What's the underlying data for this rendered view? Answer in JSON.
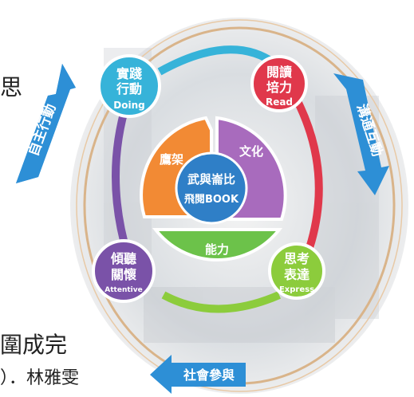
{
  "center": {
    "line1": "武與崙比",
    "line2": "飛閱BOOK"
  },
  "sectors": {
    "orange": {
      "label": "鷹架",
      "color": "#f28a34"
    },
    "purple": {
      "label": "文化",
      "color": "#a86bbd"
    },
    "green": {
      "label": "能力",
      "color": "#6cc24a"
    }
  },
  "nodes": {
    "doing": {
      "line1": "實踐",
      "line2": "行動",
      "en": "Doing",
      "color": "#36b3d9"
    },
    "read": {
      "line1": "閱讀",
      "line2": "培力",
      "en": "Read",
      "color": "#e0384b"
    },
    "express": {
      "line1": "思考",
      "line2": "表達",
      "en": "Express",
      "color": "#8ccc3c"
    },
    "attentive": {
      "line1": "傾聽",
      "line2": "關懷",
      "en": "Attentive",
      "color": "#7a52a8"
    }
  },
  "arrows": {
    "left": {
      "label": "自主行動",
      "color": "#2d8fd6"
    },
    "right": {
      "label": "溝通互動",
      "color": "#2d8fd6"
    },
    "bottom": {
      "label": "社會參與",
      "color": "#2d8fd6"
    }
  },
  "side_text": {
    "top": "思",
    "bottom": "圍成完",
    "bottom2": "）．林雅雯"
  }
}
